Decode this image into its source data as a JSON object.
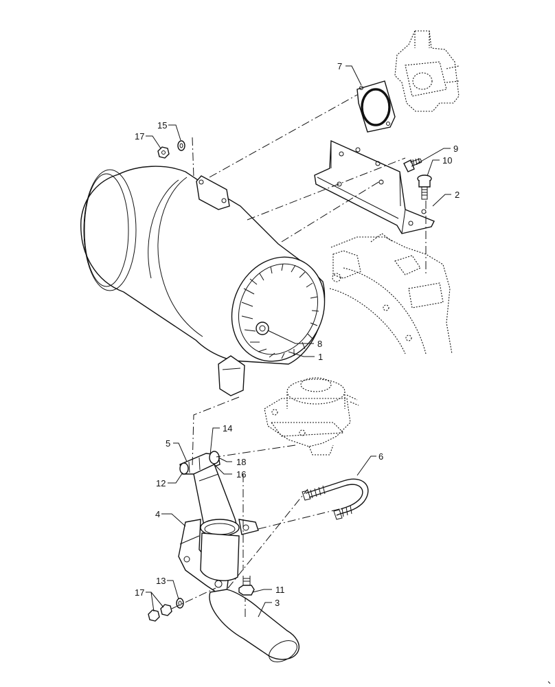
{
  "callouts": [
    {
      "id": "c1",
      "label": "1"
    },
    {
      "id": "c2",
      "label": "2"
    },
    {
      "id": "c3",
      "label": "3"
    },
    {
      "id": "c4",
      "label": "4"
    },
    {
      "id": "c5",
      "label": "5"
    },
    {
      "id": "c6",
      "label": "6"
    },
    {
      "id": "c7",
      "label": "7"
    },
    {
      "id": "c8",
      "label": "8"
    },
    {
      "id": "c9",
      "label": "9"
    },
    {
      "id": "c10",
      "label": "10"
    },
    {
      "id": "c11",
      "label": "11"
    },
    {
      "id": "c12",
      "label": "12"
    },
    {
      "id": "c13",
      "label": "13"
    },
    {
      "id": "c14",
      "label": "14"
    },
    {
      "id": "c15",
      "label": "15"
    },
    {
      "id": "c16",
      "label": "16"
    },
    {
      "id": "c17a",
      "label": "17"
    },
    {
      "id": "c17b",
      "label": "17"
    },
    {
      "id": "c18",
      "label": "18"
    }
  ],
  "line_color": "#111111",
  "background": "#ffffff"
}
